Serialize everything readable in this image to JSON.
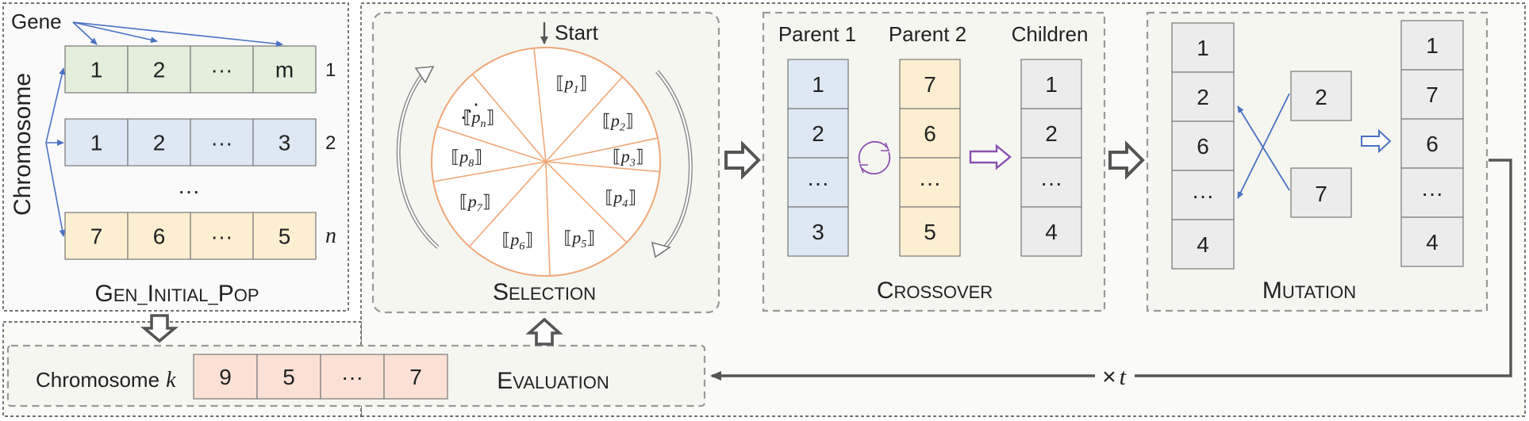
{
  "init_pop": {
    "gene_label": "Gene",
    "chromosome_label": "Chromosome",
    "rows": [
      {
        "cells": [
          "1",
          "2",
          "···",
          "m"
        ],
        "index": "1",
        "color": "#e3eedb"
      },
      {
        "cells": [
          "1",
          "2",
          "···",
          "3"
        ],
        "index": "2",
        "color": "#dde8f4"
      },
      {
        "cells": [
          "7",
          "6",
          "···",
          "5"
        ],
        "index": "n",
        "color": "#fcefd1"
      }
    ],
    "ellipsis": "···",
    "title": {
      "first": "G",
      "rest1": "EN_",
      "mid": "I",
      "rest2": "NITIAL_",
      "last": "P",
      "rest3": "OP"
    }
  },
  "selection": {
    "start_label": "Start",
    "slices": [
      {
        "sym": "p",
        "sub": "1"
      },
      {
        "sym": "p",
        "sub": "2"
      },
      {
        "sym": "p",
        "sub": "3"
      },
      {
        "sym": "p",
        "sub": "4"
      },
      {
        "sym": "p",
        "sub": "5"
      },
      {
        "sym": "p",
        "sub": "6"
      },
      {
        "sym": "p",
        "sub": "7"
      },
      {
        "sym": "p",
        "sub": "8"
      },
      {
        "sym": "p",
        "sub": "n"
      }
    ],
    "dots": "⋰",
    "title": {
      "first": "S",
      "rest": "ELECTION"
    },
    "wheel_color": "#f0a878"
  },
  "crossover": {
    "parent1_label": "Parent 1",
    "parent2_label": "Parent 2",
    "children_label": "Children",
    "parent1": [
      "1",
      "2",
      "···",
      "3"
    ],
    "parent2": [
      "7",
      "6",
      "···",
      "5"
    ],
    "children": [
      "1",
      "2",
      "···",
      "4"
    ],
    "parent1_color": "#dde8f4",
    "parent2_color": "#fcefd1",
    "children_color": "#ececec",
    "title": {
      "first": "C",
      "rest": "ROSSOVER"
    }
  },
  "mutation": {
    "before": [
      "1",
      "2",
      "6",
      "···",
      "4"
    ],
    "after": [
      "1",
      "7",
      "6",
      "···",
      "4"
    ],
    "swap_top": "2",
    "swap_bottom": "7",
    "color": "#ececec",
    "title": {
      "first": "M",
      "rest": "UTATION"
    }
  },
  "evaluation": {
    "chromosome_text": "Chromosome",
    "chromosome_var": "k",
    "cells": [
      "9",
      "5",
      "···",
      "7"
    ],
    "color": "#fbe1d5",
    "title": {
      "first": "E",
      "rest": "VALUATION"
    }
  },
  "loop": {
    "times": "×",
    "var": "t"
  },
  "colors": {
    "arrow_blue": "#4a72c4",
    "arrow_purple": "#8b4fb3",
    "gray_arrow": "#555555"
  }
}
